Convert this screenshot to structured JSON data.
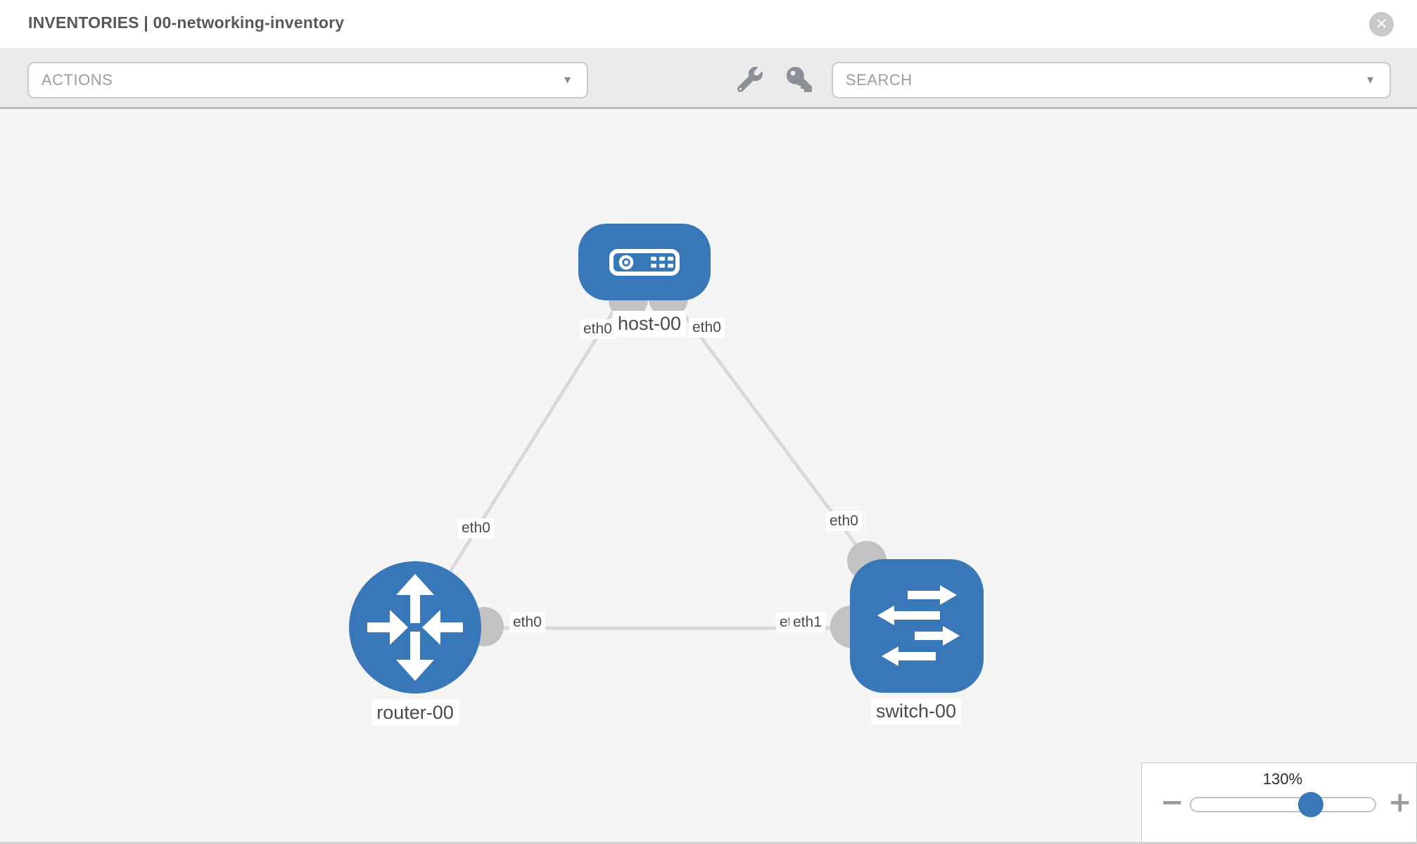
{
  "header": {
    "title": "INVENTORIES | 00-networking-inventory",
    "close_glyph": "✕"
  },
  "toolbar": {
    "actions_label": "ACTIONS",
    "search_label": "SEARCH",
    "caret_glyph": "▼"
  },
  "topology": {
    "nodes": [
      {
        "label": "host-00",
        "type": "host"
      },
      {
        "label": "router-00",
        "type": "router"
      },
      {
        "label": "switch-00",
        "type": "switch"
      }
    ],
    "links": [
      {
        "source": "host-00",
        "target": "router-00",
        "source_interface": "eth0",
        "target_interface": "eth0"
      },
      {
        "source": "host-00",
        "target": "switch-00",
        "source_interface": "eth0",
        "target_interface": "eth0"
      },
      {
        "source": "router-00",
        "target": "switch-00",
        "source_interface": "eth0",
        "target_interface": "eth1"
      }
    ],
    "interface_labels": [
      {
        "text": "eth0"
      },
      {
        "text": "eth0"
      },
      {
        "text": "eth0"
      },
      {
        "text": "eth0"
      },
      {
        "text": "eth0"
      },
      {
        "text": "eth0"
      },
      {
        "text": "eth1"
      }
    ]
  },
  "zoom_control": {
    "value": "130%",
    "minus_glyph": "−",
    "plus_glyph": "+"
  },
  "colors": {
    "node_blue": "#3878b8",
    "port_gray": "#c2c2c2",
    "link_gray": "#d9d9d9",
    "toolbar_gray": "#ebebeb",
    "canvas_gray": "#f5f5f5"
  }
}
